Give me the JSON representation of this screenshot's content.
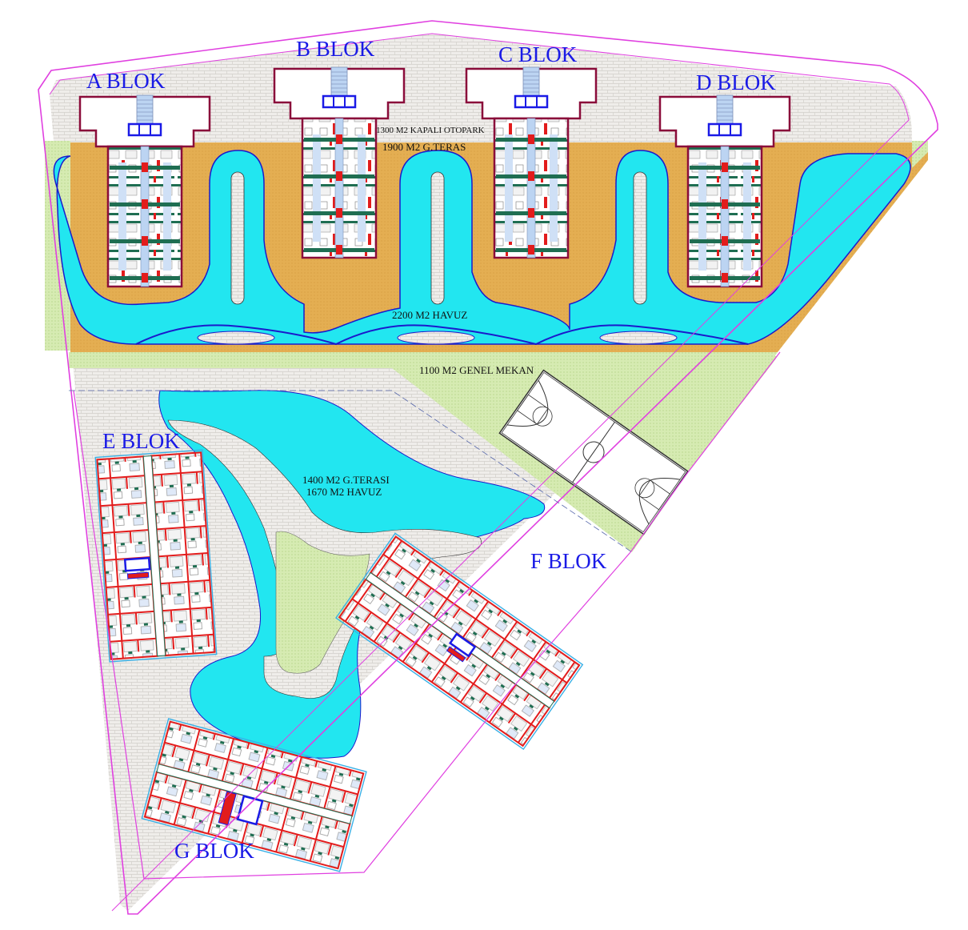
{
  "colors": {
    "boundary": "#e040e0",
    "pool": "#22e6f0",
    "pool_edge": "#1a1acc",
    "terrace": "#e2aa4a",
    "lawn": "#cfe6a6",
    "paving": "#ece9e4",
    "block_outline": "#8a0c3a",
    "wall_red": "#e21c1c",
    "wall_green": "#1f6e52",
    "stair_blue": "#1a1ae6",
    "label_blue": "#1a1ae6"
  },
  "blocks": {
    "a": "A BLOK",
    "b": "B BLOK",
    "c": "C BLOK",
    "d": "D BLOK",
    "e": "E BLOK",
    "f": "F BLOK",
    "g": "G BLOK"
  },
  "areas": {
    "parking": "1300 M2 KAPALI OTOPARK",
    "terrace_north": "1900 M2 G.TERAS",
    "pool_north": "2200 M2 HAVUZ",
    "common_area": "1100 M2 GENEL MEKAN",
    "terrace_south": "1400 M2 G.TERASI",
    "pool_south": "1670 M2 HAVUZ"
  },
  "facilities": {
    "court": "basketball-court"
  }
}
